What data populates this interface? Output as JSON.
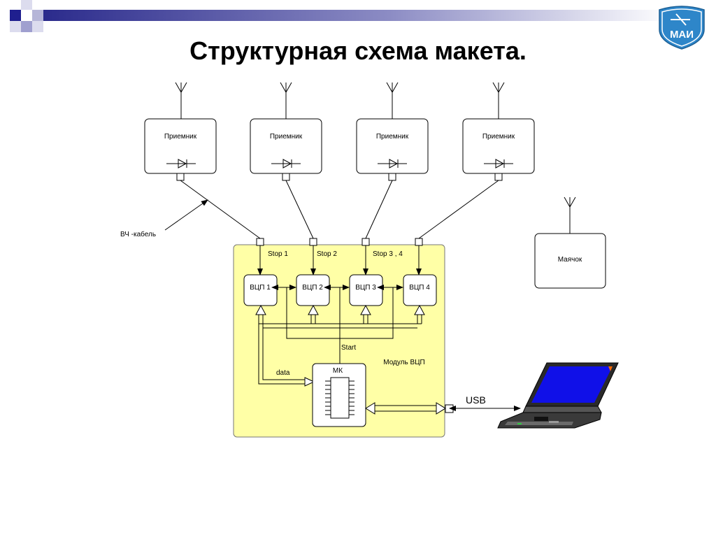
{
  "slide": {
    "title": "Структурная схема макета.",
    "logo_text": "МАИ"
  },
  "diagram": {
    "receivers": [
      {
        "label": "Приемник"
      },
      {
        "label": "Приемник"
      },
      {
        "label": "Приемник"
      },
      {
        "label": "Приемник"
      }
    ],
    "cable_label": "ВЧ -кабель",
    "beacon_label": "Маячок",
    "module_label": "Модуль ВЦП",
    "stop_labels": [
      "Stop   1",
      "Stop   2",
      "Stop   3 ,  4"
    ],
    "tdc_blocks": [
      {
        "label": "ВЦП 1"
      },
      {
        "label": "ВЦП 2"
      },
      {
        "label": "ВЦП 3"
      },
      {
        "label": "ВЦП 4"
      }
    ],
    "start_label": "Start",
    "data_label": "data",
    "mcu_label": "МК",
    "usb_label": "USB",
    "colors": {
      "module_fill": "#ffffa6",
      "laptop_screen": "#1010e8",
      "header_squares": "#1f1f8f",
      "stroke": "#000000"
    }
  }
}
